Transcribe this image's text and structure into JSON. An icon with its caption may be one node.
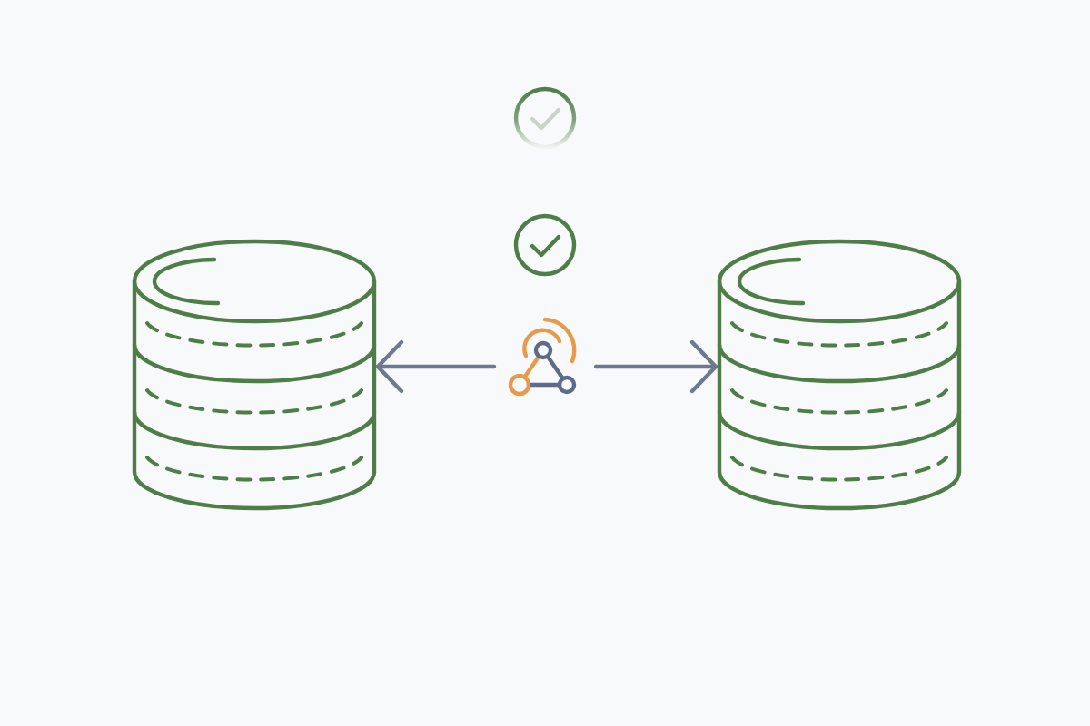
{
  "diagram": {
    "nodes": [
      {
        "text": [],
        "shape": "circle"
      },
      {
        "text": [],
        "shape": "circle"
      },
      {
        "text": [],
        "shape": "cylinder"
      },
      {
        "text": [],
        "shape": "picture"
      },
      {
        "text": [],
        "shape": "cylinder"
      }
    ],
    "edges": [
      {
        "from": 3,
        "to": 2,
        "arrow": "to"
      },
      {
        "from": 3,
        "to": 4,
        "arrow": "to"
      }
    ]
  }
}
